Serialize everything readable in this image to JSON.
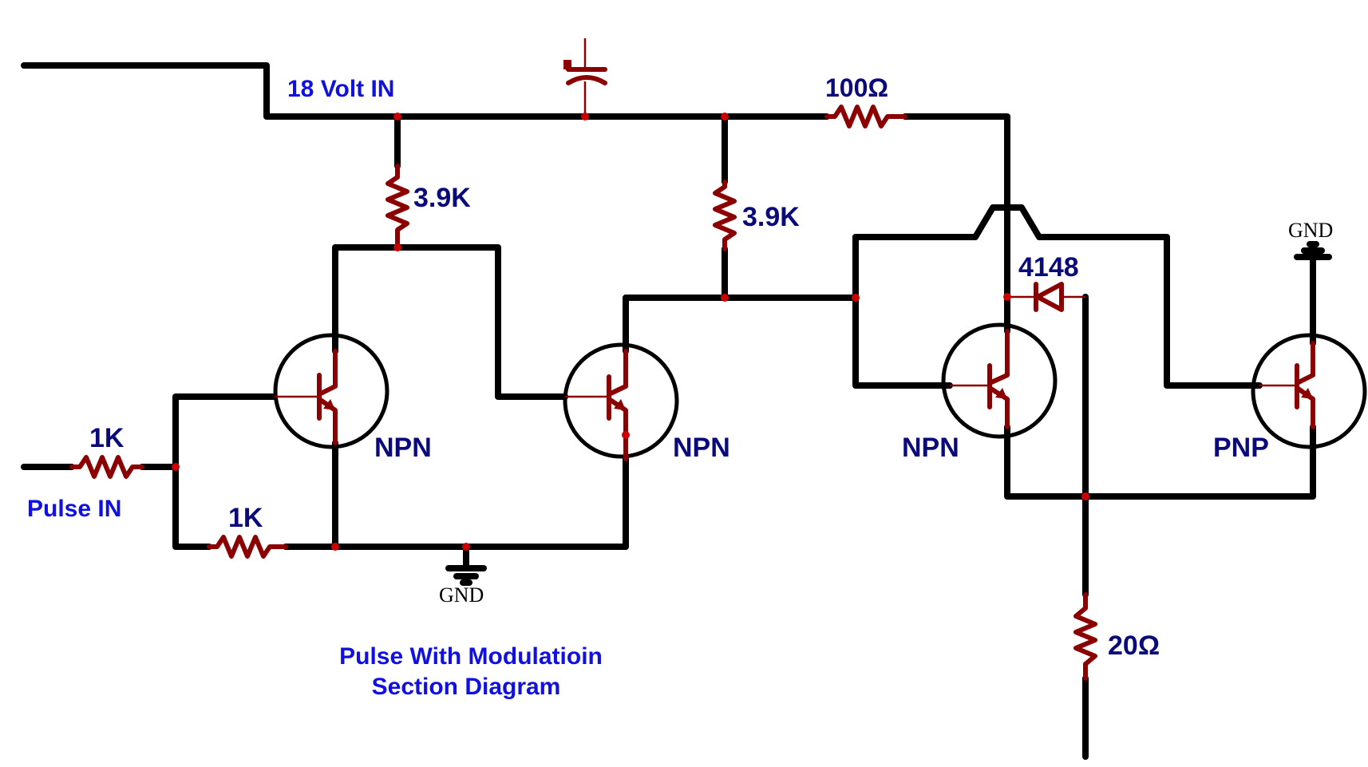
{
  "labels": {
    "supply": "18 Volt IN",
    "pulse_in": "Pulse IN",
    "resistor_input": "1K",
    "resistor_bias": "1K",
    "resistor_collector_1": "3.9K",
    "resistor_collector_2": "3.9K",
    "resistor_top": "100Ω",
    "resistor_output": "20Ω",
    "diode": "4148",
    "transistor_1": "NPN",
    "transistor_2": "NPN",
    "transistor_3": "NPN",
    "transistor_4": "PNP",
    "ground_1": "GND",
    "ground_2": "GND"
  },
  "caption": {
    "line1": "Pulse With Modulatioin",
    "line2": "Section Diagram"
  },
  "colors": {
    "wire": "#000000",
    "component": "#8b0000",
    "junction": "#cc0000",
    "label_value": "#0a0a7a",
    "label_signal": "#1010e0"
  }
}
